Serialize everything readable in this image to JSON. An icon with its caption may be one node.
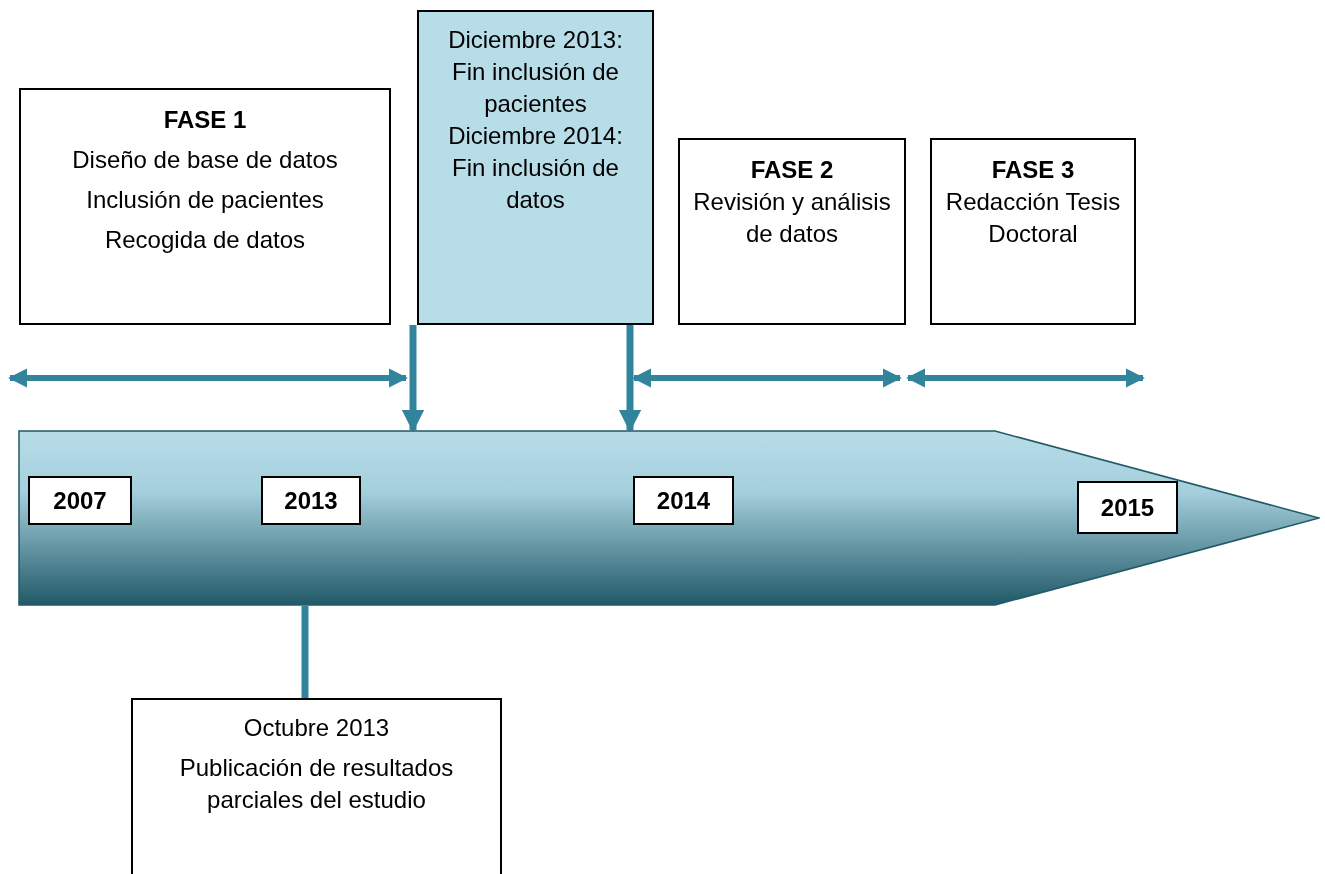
{
  "diagram": {
    "nodes": [
      {
        "text": [
          "FASE 1",
          "Diseño de base de datos",
          "Inclusión de pacientes",
          "Recogida de datos"
        ]
      },
      {
        "text": [
          "Diciembre 2013:",
          "Fin inclusión de pacientes",
          "Diciembre 2014:",
          "Fin inclusión de datos"
        ]
      },
      {
        "text": [
          "FASE 2",
          "Revisión y análisis de datos"
        ]
      },
      {
        "text": [
          "FASE 3",
          "Redacción Tesis Doctoral"
        ]
      },
      {
        "text": [],
        "shape": "arrow"
      },
      {
        "text": [
          "2007"
        ],
        "in": 4
      },
      {
        "text": [
          "2013"
        ],
        "in": 4
      },
      {
        "text": [
          "2014"
        ],
        "in": 4
      },
      {
        "text": [
          "2015"
        ],
        "in": 4
      },
      {
        "text": [
          "Octubre 2013",
          "Publicación de resultados parciales del estudio"
        ]
      }
    ],
    "edges": [
      {
        "from": 1,
        "to": 4,
        "arrow": "to"
      },
      {
        "from": 1,
        "to": 4,
        "arrow": "to"
      },
      {
        "from": 4,
        "to": 9,
        "arrow": "none"
      }
    ]
  }
}
